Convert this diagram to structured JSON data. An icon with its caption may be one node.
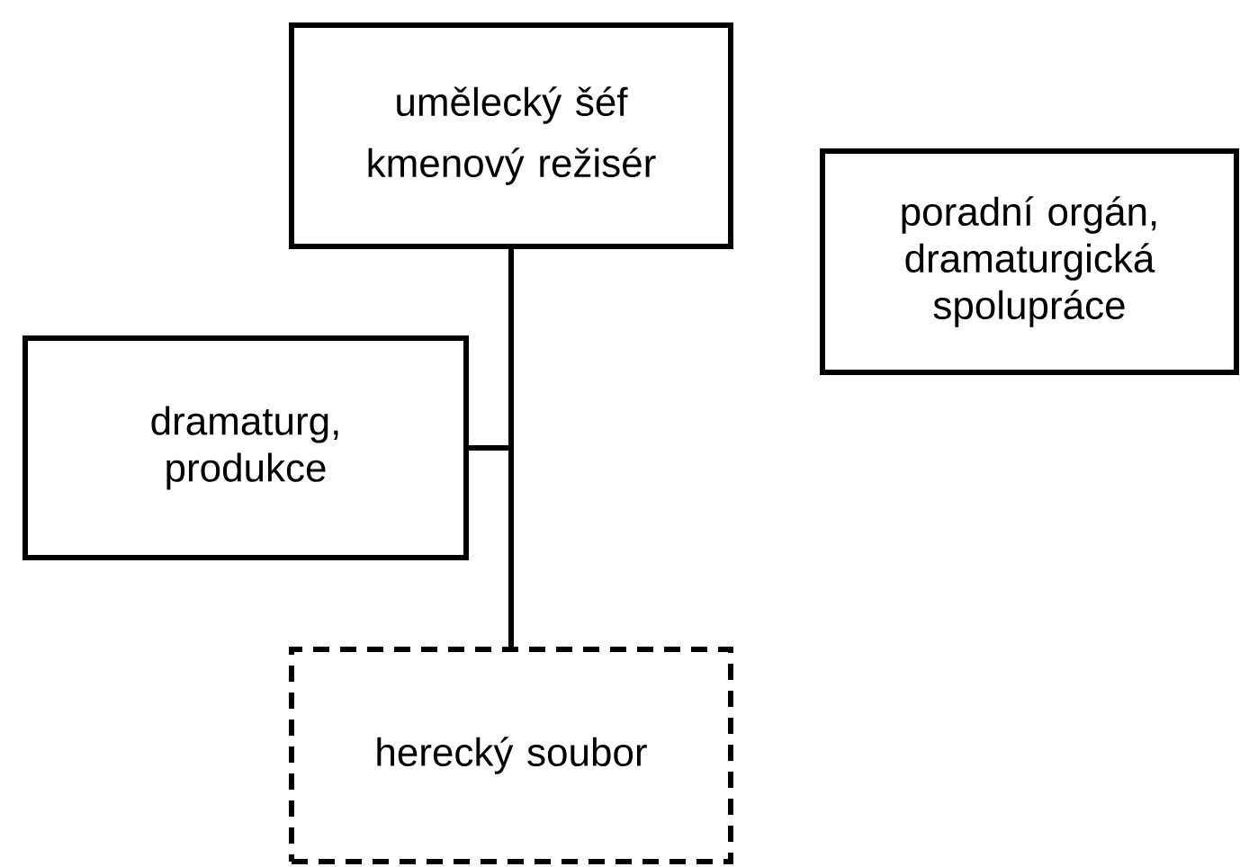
{
  "diagram": {
    "nodes": [
      {
        "text": [
          "umělecký šéf",
          "kmenový režisér"
        ]
      },
      {
        "text": [
          "poradní orgán, dramaturgická spolupráce"
        ]
      },
      {
        "text": [
          "dramaturg, produkce"
        ]
      },
      {
        "text": [
          "herecký soubor"
        ]
      }
    ],
    "edges": [
      {
        "from": 0,
        "to": 3,
        "arrow": "none"
      },
      {
        "from": 2,
        "to": 0,
        "arrow": "none"
      },
      {
        "from": 2,
        "to": 3,
        "arrow": "none"
      }
    ]
  }
}
